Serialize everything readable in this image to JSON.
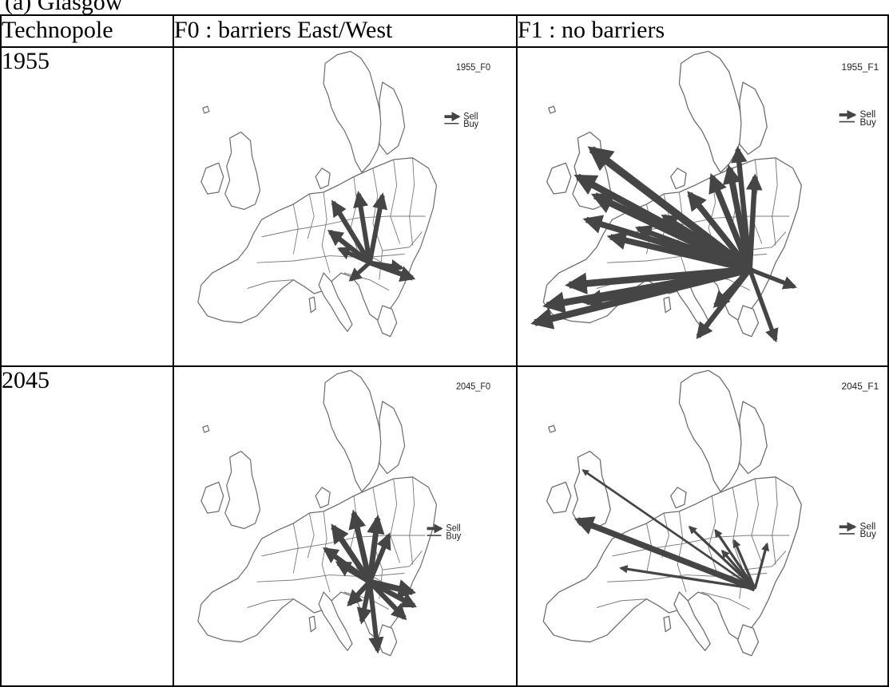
{
  "caption": "(a) Glasgow",
  "table": {
    "headers": [
      "Technopole",
      "F0 : barriers East/West",
      "F1 : no barriers"
    ],
    "rows": [
      {
        "year": "1955",
        "maps": [
          {
            "label": "1955_F0",
            "legend_sell": "Sell",
            "legend_buy": "Buy",
            "legend_pos": "top-right"
          },
          {
            "label": "1955_F1",
            "legend_sell": "Sell",
            "legend_buy": "Buy",
            "legend_pos": "top-right"
          }
        ]
      },
      {
        "year": "2045",
        "maps": [
          {
            "label": "2045_F0",
            "legend_sell": "Sell",
            "legend_buy": "Buy",
            "legend_pos": "middle-right"
          },
          {
            "label": "2045_F1",
            "legend_sell": "Sell",
            "legend_buy": "Buy",
            "legend_pos": "middle-right"
          }
        ]
      }
    ]
  },
  "colors": {
    "arrow": "#454545",
    "map_outline": "#6e6e6e",
    "grid": "#000000"
  }
}
